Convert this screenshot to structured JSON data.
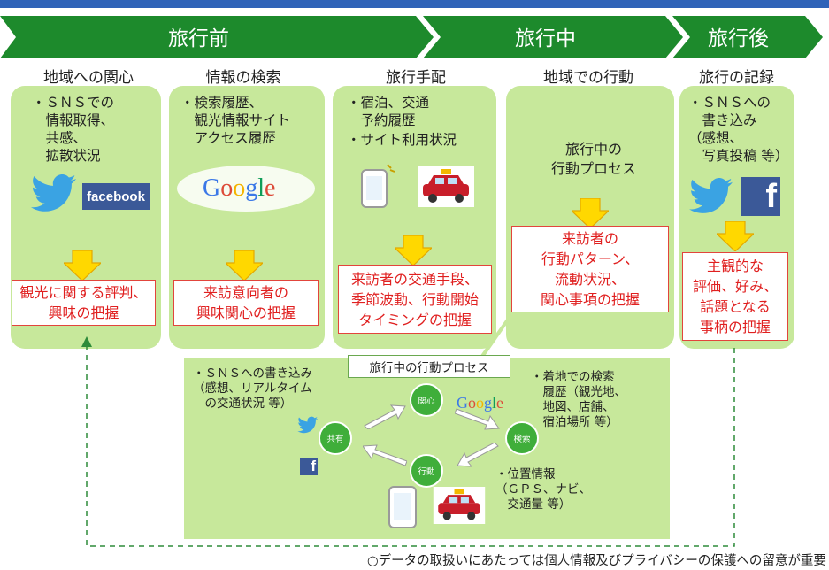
{
  "phases": {
    "before": "旅行前",
    "during": "旅行中",
    "after": "旅行後"
  },
  "columns": [
    {
      "title": "地域への関心",
      "bullets": [
        "・ＳＮＳでの",
        "　情報取得、",
        "　共感、",
        "　拡散状況"
      ],
      "logo_text": "facebook",
      "result": "観光に関する評判、\n興味の把握"
    },
    {
      "title": "情報の検索",
      "bullets": [
        "・検索履歴、",
        "　観光情報サイト",
        "　アクセス履歴"
      ],
      "logo_text": "Google",
      "result": "来訪意向者の\n興味関心の把握"
    },
    {
      "title": "旅行手配",
      "bullets": [
        "・宿泊、交通",
        "　予約履歴",
        "・サイト利用状況"
      ],
      "result": "来訪者の交通手段、\n季節波動、行動開始\nタイミングの把握"
    },
    {
      "title": "地域での行動",
      "center_text": "旅行中の\n行動プロセス",
      "result": "来訪者の\n行動パターン、\n流動状況、\n関心事項の把握"
    },
    {
      "title": "旅行の記録",
      "bullets": [
        "・ＳＮＳへの",
        "　書き込み",
        "（感想、",
        "　写真投稿 等）"
      ],
      "logo_text": "f",
      "result": "主観的な\n評価、好み、\n話題となる\n事柄の把握"
    }
  ],
  "process": {
    "title": "旅行中の行動プロセス",
    "sns_note": "・ＳＮＳへの書き込み\n（感想、リアルタイム\n　の交通状況 等）",
    "search_note": "・着地での検索\n　履歴（観光地、\n　地図、店舗、\n　宿泊場所 等）",
    "location_note": "・位置情報\n（ＧＰＳ、ナビ、\n　交通量 等）",
    "nodes": {
      "interest": "関心",
      "search": "検索",
      "action": "行動",
      "share": "共有"
    },
    "logo_google": "Google",
    "logo_fb": "f"
  },
  "footer": "○データの取扱いにあたっては個人情報及びプライバシーの保護への留意が重要",
  "colors": {
    "header_green": "#1d8a2c",
    "card_green": "#c7e89b",
    "result_red": "#e02020",
    "arrow_yellow": "#ffd800",
    "top_blue": "#2f63b8"
  }
}
